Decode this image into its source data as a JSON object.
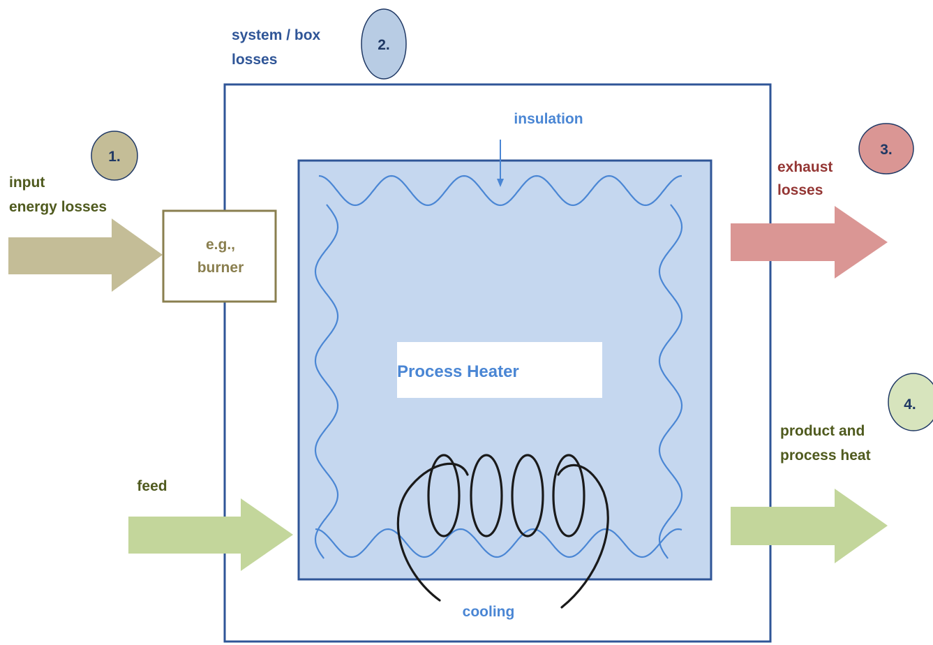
{
  "labels": {
    "system_box_losses_line1": "system / box",
    "system_box_losses_line2": "losses",
    "input_energy_line1": "input",
    "input_energy_line2": "energy losses",
    "burner_line1": "e.g.,",
    "burner_line2": "burner",
    "insulation": "insulation",
    "exhaust_line1": "exhaust",
    "exhaust_line2": "losses",
    "process_heater": "Process Heater",
    "product_line1": "product and",
    "product_line2": "process heat",
    "feed": "feed",
    "cooling": "cooling"
  },
  "badges": {
    "b1": "1.",
    "b2": "2.",
    "b3": "3.",
    "b4": "4."
  },
  "colors": {
    "system_box": "#2f5597",
    "inner_fill": "#c5d7ef",
    "insulation_wave": "#4a86d4",
    "burner_box": "#8a7f4f",
    "input_arrow": "#c4bd97",
    "exhaust_arrow": "#da9694",
    "feed_arrow": "#c3d69b",
    "product_arrow": "#c3d69b",
    "coil": "#1a1a1a",
    "text_blue_dark": "#2f5597",
    "text_blue_light": "#4a86d4",
    "text_olive_dark": "#4f5a1e",
    "text_red": "#943634",
    "text_burner": "#8a7f4f"
  }
}
